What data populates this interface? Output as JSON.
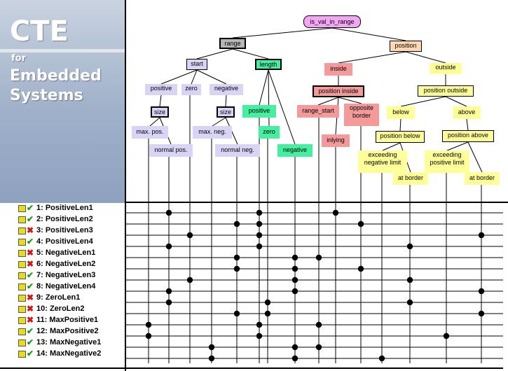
{
  "logo": {
    "title": "CTE",
    "for": "for",
    "line1": "Embedded",
    "line2": "Systems"
  },
  "tree": {
    "root": "is_val_in_range",
    "range": "range",
    "position": "position",
    "start": "start",
    "length": "length",
    "inside": "inside",
    "outside": "outside",
    "positive": "positive",
    "zero": "zero",
    "negative": "negative",
    "size1": "size",
    "size2": "size",
    "max_pos": "max. pos.",
    "normal_pos": "normal pos.",
    "max_neg": "max. neg.",
    "normal_neg": "normal neg.",
    "len_positive": "positive",
    "len_zero": "zero",
    "len_negative": "negative",
    "position_inside": "position inside",
    "range_start": "range_start",
    "opposite_border": "opposite border",
    "inlying": "inlying",
    "position_outside": "position outside",
    "below": "below",
    "above": "above",
    "position_below": "position below",
    "position_above": "position above",
    "exceeding_neg": "exceeding negative limit",
    "exceeding_pos": "exceeding positive limit",
    "at_border1": "at border",
    "at_border2": "at border"
  },
  "colors": {
    "magenta": "#f3a6f3",
    "gray": "#b5b5b5",
    "peach": "#ffd7b0",
    "lavender": "#d8d4f6",
    "green": "#44f0a0",
    "red": "#f59a9a",
    "yellow": "#ffff99"
  },
  "testcases": [
    {
      "label": "1: PositiveLen1",
      "status": "ok",
      "marks": [
        241,
        370,
        479
      ]
    },
    {
      "label": "2: PositiveLen2",
      "status": "ok",
      "marks": [
        338,
        370,
        515
      ]
    },
    {
      "label": "3: PositiveLen3",
      "status": "bad",
      "marks": [
        271,
        370,
        687
      ]
    },
    {
      "label": "4: PositiveLen4",
      "status": "ok",
      "marks": [
        241,
        370,
        585
      ]
    },
    {
      "label": "5: NegativeLen1",
      "status": "bad",
      "marks": [
        338,
        421,
        455
      ]
    },
    {
      "label": "6: NegativeLen2",
      "status": "bad",
      "marks": [
        338,
        421,
        515
      ]
    },
    {
      "label": "7: NegativeLen3",
      "status": "ok",
      "marks": [
        271,
        421,
        585
      ]
    },
    {
      "label": "8: NegativeLen4",
      "status": "ok",
      "marks": [
        241,
        421,
        687
      ]
    },
    {
      "label": "9: ZeroLen1",
      "status": "bad",
      "marks": [
        241,
        382,
        585
      ]
    },
    {
      "label": "10: ZeroLen2",
      "status": "bad",
      "marks": [
        338,
        382,
        687
      ]
    },
    {
      "label": "11: MaxPositive1",
      "status": "bad",
      "marks": [
        212,
        370,
        455
      ]
    },
    {
      "label": "12: MaxPositive2",
      "status": "ok",
      "marks": [
        212,
        370,
        637
      ]
    },
    {
      "label": "13: MaxNegative1",
      "status": "ok",
      "marks": [
        302,
        421,
        455
      ]
    },
    {
      "label": "14: MaxNegative2",
      "status": "ok",
      "marks": [
        302,
        421,
        545
      ]
    }
  ]
}
